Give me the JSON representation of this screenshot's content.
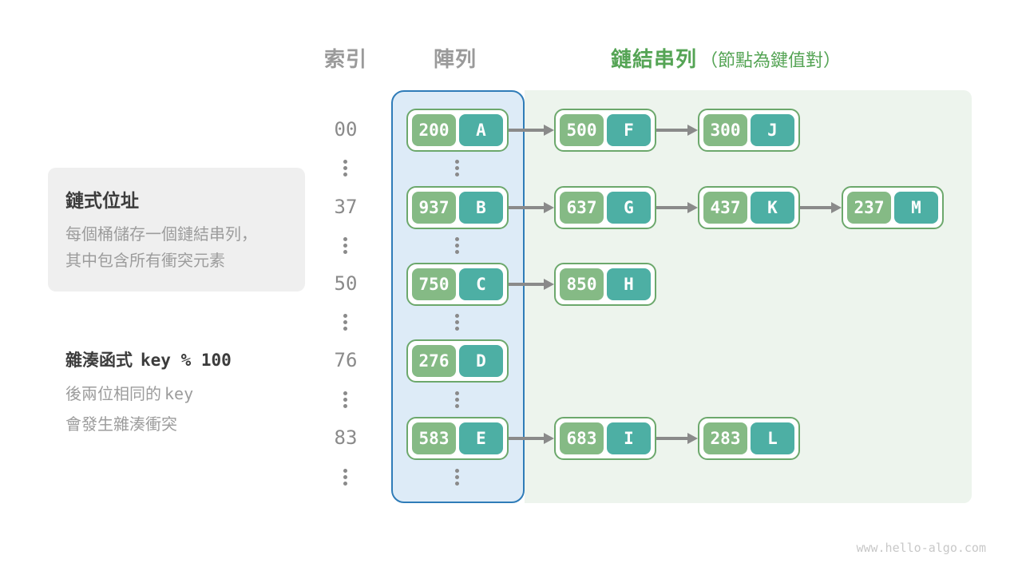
{
  "headers": {
    "index": "索引",
    "array": "陣列",
    "list": "鏈結串列",
    "list_note": "（節點為鍵值對）"
  },
  "note": {
    "title": "鏈式位址",
    "lines": [
      "每個桶儲存一個鏈結串列，",
      "其中包含所有衝突元素"
    ]
  },
  "hash": {
    "label": "雜湊函式",
    "code": "key % 100",
    "note1_text": "後兩位相同的",
    "note1_code": "key",
    "note2": "會發生雜湊衝突"
  },
  "rows": [
    {
      "index": "00",
      "bucket": {
        "key": "200",
        "value": "A"
      },
      "chain": [
        {
          "key": "500",
          "value": "F"
        },
        {
          "key": "300",
          "value": "J"
        }
      ]
    },
    {
      "index": "37",
      "bucket": {
        "key": "937",
        "value": "B"
      },
      "chain": [
        {
          "key": "637",
          "value": "G"
        },
        {
          "key": "437",
          "value": "K"
        },
        {
          "key": "237",
          "value": "M"
        }
      ]
    },
    {
      "index": "50",
      "bucket": {
        "key": "750",
        "value": "C"
      },
      "chain": [
        {
          "key": "850",
          "value": "H"
        }
      ]
    },
    {
      "index": "76",
      "bucket": {
        "key": "276",
        "value": "D"
      },
      "chain": []
    },
    {
      "index": "83",
      "bucket": {
        "key": "583",
        "value": "E"
      },
      "chain": [
        {
          "key": "683",
          "value": "I"
        },
        {
          "key": "283",
          "value": "L"
        }
      ]
    }
  ],
  "footer": {
    "url": "www.hello-algo.com"
  },
  "colors": {
    "panel-green": "#edf4ed",
    "col-blue-fill": "#ddebf7",
    "col-blue-border": "#2f7cb8",
    "node-border": "#6ca86c",
    "key-green": "#85ba85",
    "val-teal": "#4dafa4",
    "arrow-gray": "#8a8a8a",
    "header-green": "#55a455",
    "header-gray": "#9a9a9a",
    "notebox-bg": "#efefef"
  }
}
